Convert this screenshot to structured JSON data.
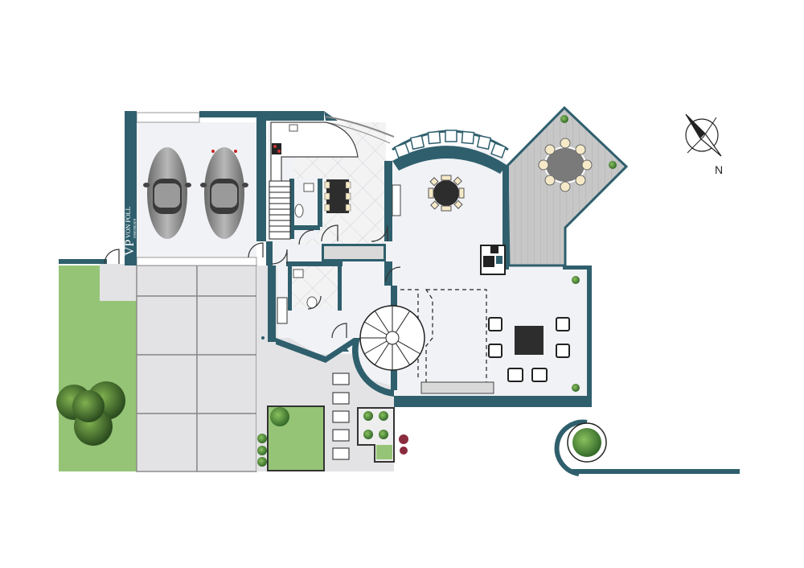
{
  "brand": {
    "logo_initials": "VP",
    "logo_name": "VON POLL",
    "logo_tagline": "IMMOBILIEN"
  },
  "compass": {
    "north_label": "N"
  },
  "colors": {
    "wall": "#2f5f6d",
    "floor": "#f1f2f6",
    "paving": "#e3e3e5",
    "lawn": "#95c476",
    "deck": "#c9c9c9",
    "fixture": "#ffffff"
  },
  "icons": [
    "car-icon",
    "dining-table-icon",
    "sofa-icon",
    "kitchen-counter-icon",
    "toilet-icon",
    "sink-icon",
    "spiral-staircase-icon",
    "straight-staircase-icon",
    "stove-icon",
    "tree-icon",
    "shrub-icon",
    "compass-rose-icon",
    "fireplace-icon"
  ]
}
